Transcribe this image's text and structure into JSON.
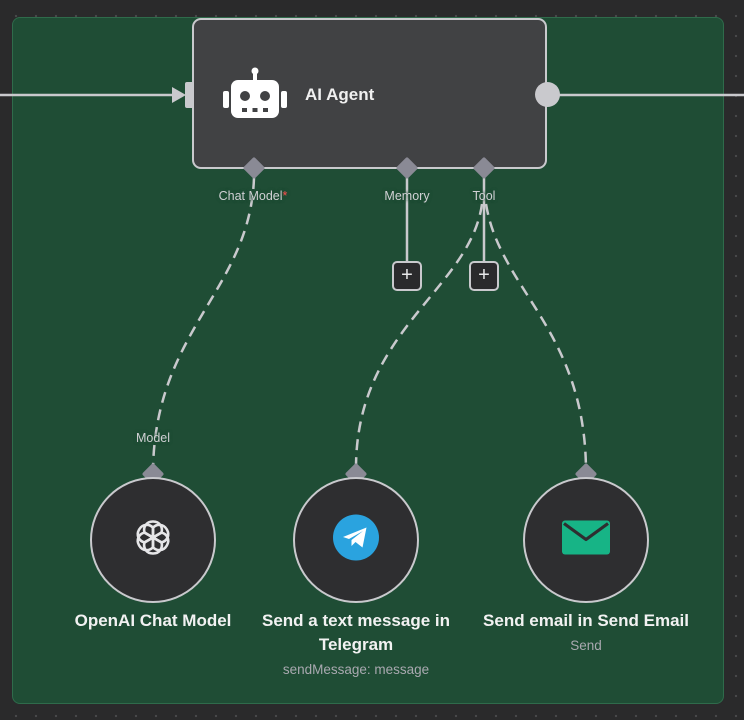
{
  "agent": {
    "title": "AI Agent",
    "icon": "robot-icon"
  },
  "ports": {
    "chat_model": {
      "label": "Chat Model",
      "required_mark": "*"
    },
    "memory": {
      "label": "Memory"
    },
    "tool": {
      "label": "Tool"
    },
    "model_input": {
      "label": "Model"
    }
  },
  "add_buttons": {
    "memory": "+",
    "tool": "+"
  },
  "nodes": [
    {
      "title": "OpenAI Chat Model",
      "subtitle": "",
      "icon": "openai-icon"
    },
    {
      "title_line1": "Send a text message in",
      "title_line2": "Telegram",
      "subtitle": "sendMessage: message",
      "icon": "telegram-icon"
    },
    {
      "title": "Send email in Send Email",
      "subtitle": "Send",
      "icon": "email-icon"
    }
  ],
  "colors": {
    "group_bg": "#1f4d35",
    "node_bg": "#414244",
    "border": "#c9c9cd",
    "telegram": "#2aa3df",
    "email": "#17b486",
    "required": "#ff4d4d"
  }
}
